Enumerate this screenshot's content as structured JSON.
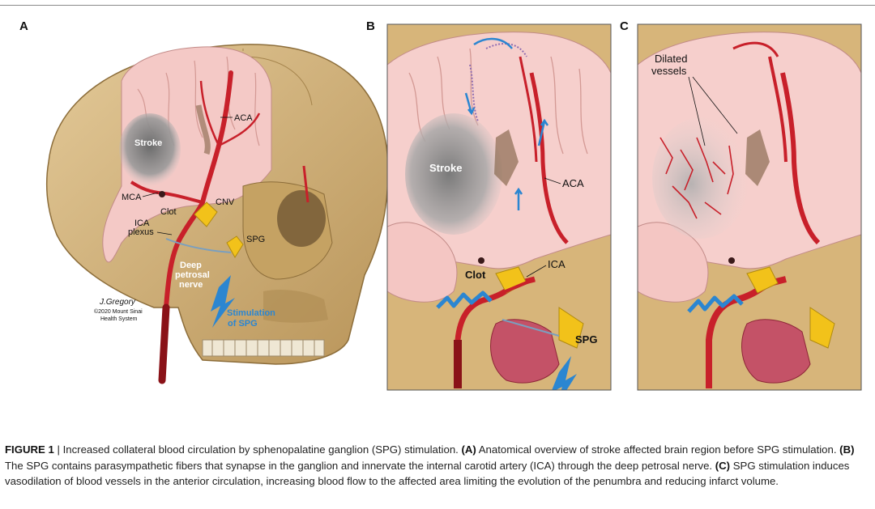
{
  "figure": {
    "panels": {
      "a": {
        "letter": "A",
        "labels": {
          "aca": "ACA",
          "stroke": "Stroke",
          "mca": "MCA",
          "clot": "Clot",
          "cnv": "CNV",
          "ica_plexus_1": "ICA",
          "ica_plexus_2": "plexus",
          "spg": "SPG",
          "deep_1": "Deep",
          "deep_2": "petrosal",
          "deep_3": "nerve",
          "stim_1": "Stimulation",
          "stim_2": "of SPG",
          "sig_name": "J.Gregory",
          "sig_line1": "©2020 Mount Sinai",
          "sig_line2": "Health System"
        }
      },
      "b": {
        "letter": "B",
        "labels": {
          "stroke": "Stroke",
          "aca": "ACA",
          "ica": "ICA",
          "clot": "Clot",
          "spg": "SPG"
        }
      },
      "c": {
        "letter": "C",
        "labels": {
          "dilated_1": "Dilated",
          "dilated_2": "vessels"
        }
      }
    },
    "caption": {
      "figure_label": "FIGURE 1",
      "separator": " | ",
      "intro": "Increased collateral blood circulation by sphenopalatine ganglion (SPG) stimulation. ",
      "a_tag": "(A)",
      "a_text": " Anatomical overview of stroke affected brain region before SPG stimulation. ",
      "b_tag": "(B)",
      "b_text": " The SPG contains parasympathetic fibers that synapse in the ganglion and innervate the internal carotid artery (ICA) through the deep petrosal nerve. ",
      "c_tag": "(C)",
      "c_text": " SPG stimulation induces vasodilation of blood vessels in the anterior circulation, increasing blood flow to the affected area limiting the evolution of the penumbra and reducing infarct volume."
    }
  },
  "colors": {
    "bone": "#d9b97f",
    "bone_dark": "#a6844a",
    "brain": "#f6cfcc",
    "artery": "#c8202a",
    "ganglion": "#f2c21a",
    "stimulation": "#2b86d1",
    "stroke_gray": "#8a8a8a"
  }
}
